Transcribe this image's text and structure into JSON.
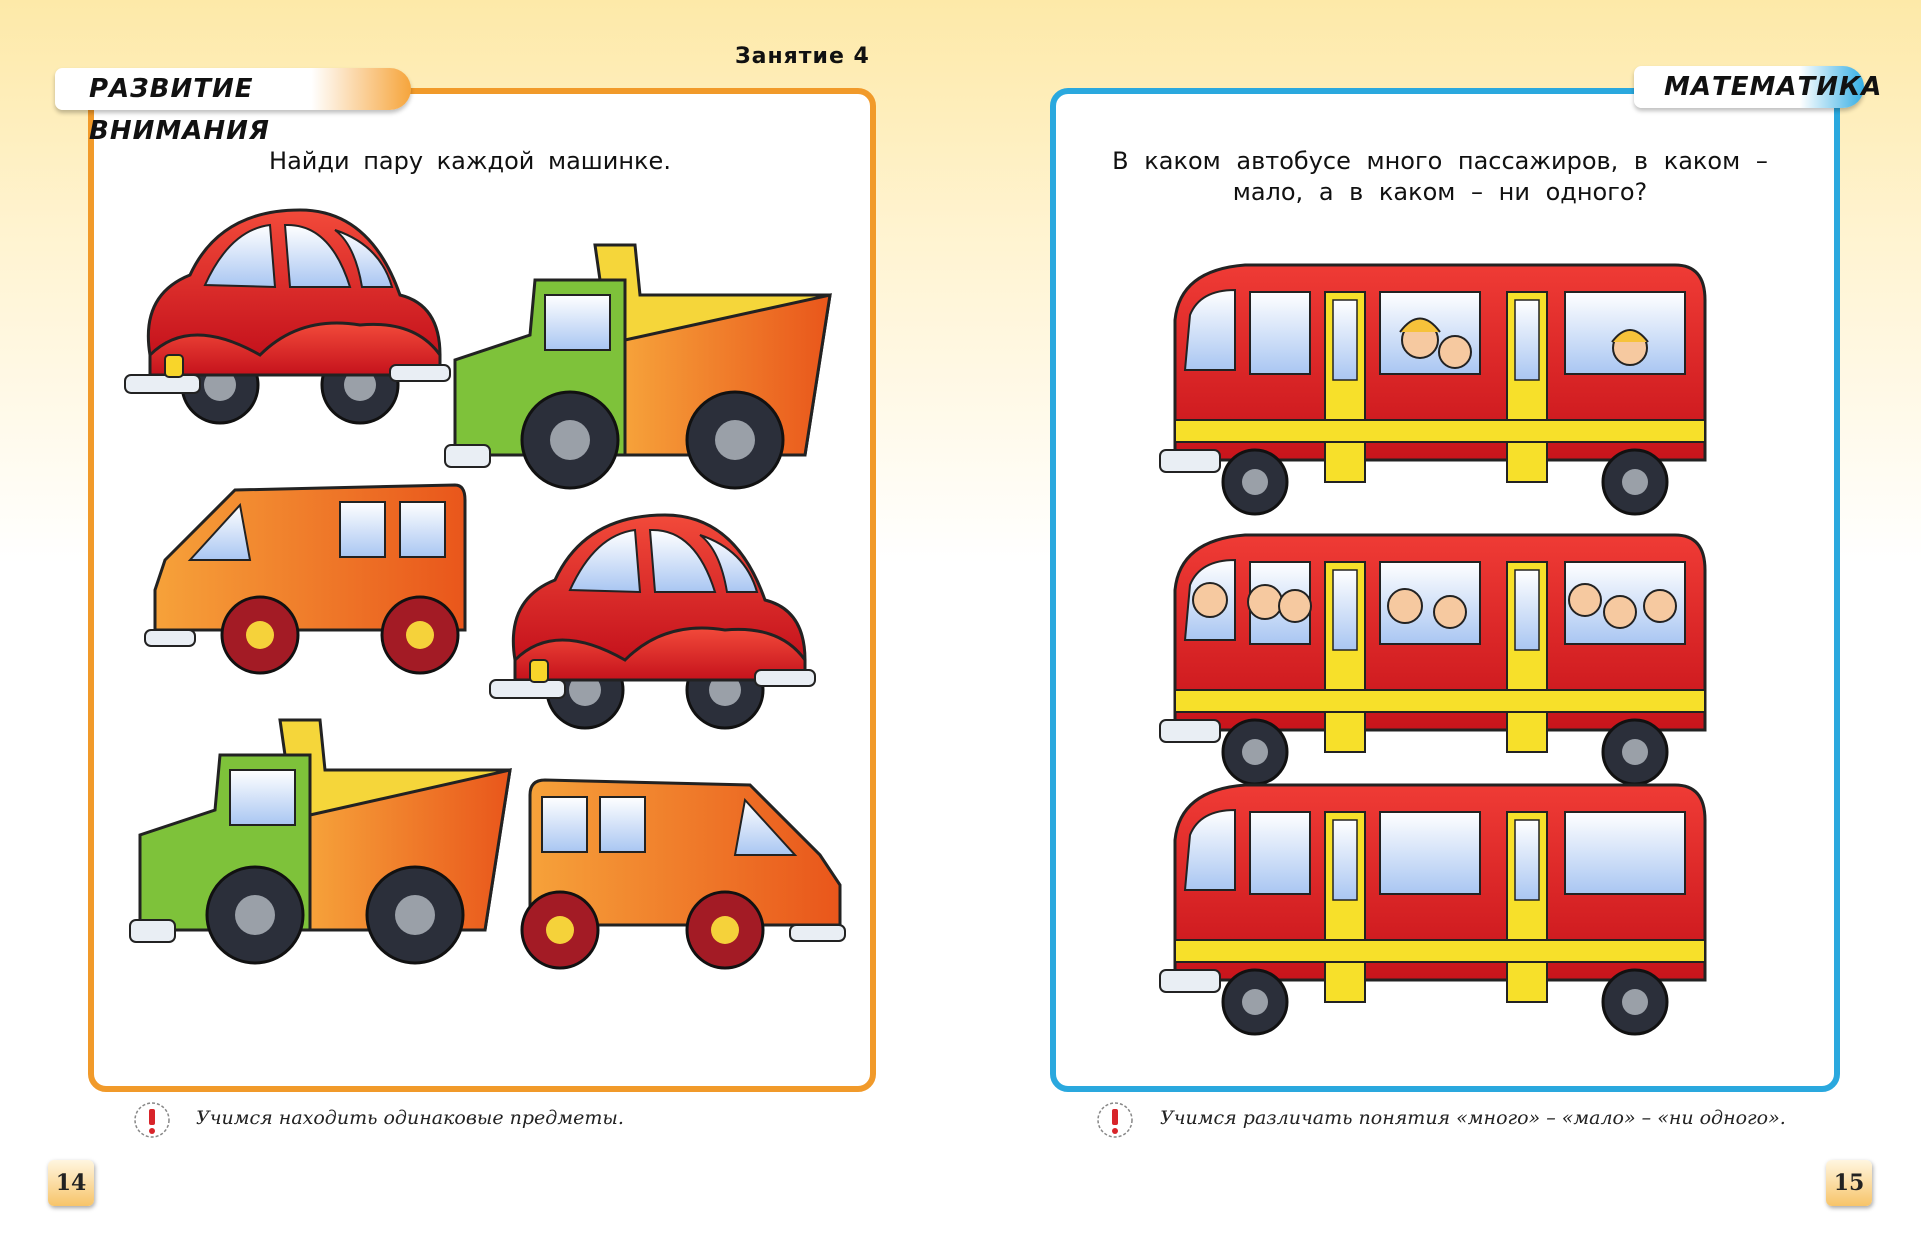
{
  "header": {
    "lesson": "Занятие 4"
  },
  "left_page": {
    "section_tag": "РАЗВИТИЕ ВНИМАНИЯ",
    "task": "Найди пару каждой машинке.",
    "note": "Учимся находить одинаковые предметы.",
    "page_number": "14",
    "colors": {
      "frame": "#f19a2a"
    }
  },
  "right_page": {
    "section_tag": "МАТЕМАТИКА",
    "task_line1": "В каком автобусе много пассажиров, в каком –",
    "task_line2": "мало, а в каком – ни одного?",
    "note": "Учимся различать понятия «много» – «мало» – «ни одного».",
    "page_number": "15",
    "colors": {
      "frame": "#2aa8de"
    }
  },
  "illustrations": {
    "cars": [
      "red-car",
      "green-dump-truck",
      "orange-van",
      "red-car",
      "green-dump-truck",
      "orange-van"
    ],
    "buses": [
      "bus-few-passengers",
      "bus-many-passengers",
      "bus-empty"
    ]
  }
}
